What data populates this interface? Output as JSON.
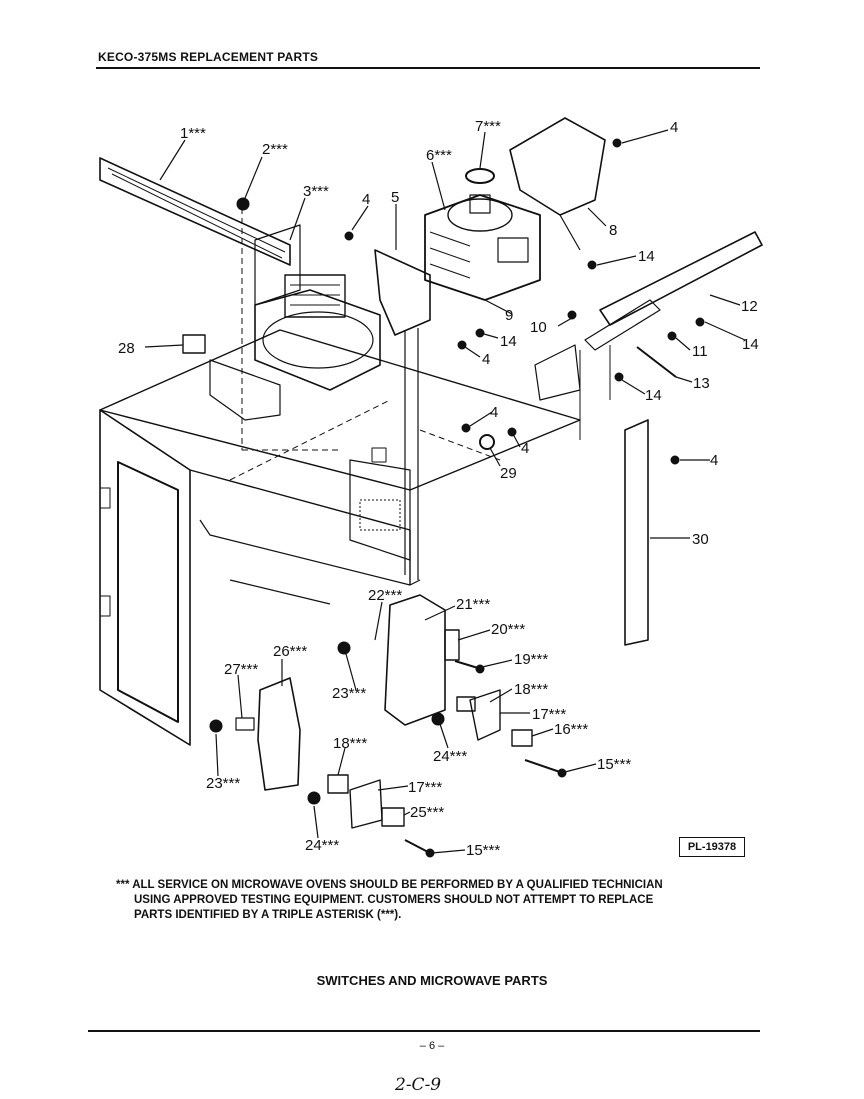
{
  "header": {
    "title": "KECO-375MS REPLACEMENT PARTS"
  },
  "diagram": {
    "callouts": [
      {
        "id": "c1",
        "label": "1***"
      },
      {
        "id": "c2",
        "label": "2***"
      },
      {
        "id": "c3",
        "label": "3***"
      },
      {
        "id": "c4a",
        "label": "4"
      },
      {
        "id": "c5",
        "label": "5"
      },
      {
        "id": "c6",
        "label": "6***"
      },
      {
        "id": "c7",
        "label": "7***"
      },
      {
        "id": "c4b",
        "label": "4"
      },
      {
        "id": "c8",
        "label": "8"
      },
      {
        "id": "c14a",
        "label": "14"
      },
      {
        "id": "c12",
        "label": "12"
      },
      {
        "id": "c14b",
        "label": "14"
      },
      {
        "id": "c11",
        "label": "11"
      },
      {
        "id": "c13",
        "label": "13"
      },
      {
        "id": "c14c",
        "label": "14"
      },
      {
        "id": "c9",
        "label": "9"
      },
      {
        "id": "c10",
        "label": "10"
      },
      {
        "id": "c14d",
        "label": "14"
      },
      {
        "id": "c4c",
        "label": "4"
      },
      {
        "id": "c28",
        "label": "28"
      },
      {
        "id": "c4d",
        "label": "4"
      },
      {
        "id": "c4e",
        "label": "4"
      },
      {
        "id": "c29",
        "label": "29"
      },
      {
        "id": "c4f",
        "label": "4"
      },
      {
        "id": "c30",
        "label": "30"
      },
      {
        "id": "c22",
        "label": "22***"
      },
      {
        "id": "c21",
        "label": "21***"
      },
      {
        "id": "c20",
        "label": "20***"
      },
      {
        "id": "c19",
        "label": "19***"
      },
      {
        "id": "c26",
        "label": "26***"
      },
      {
        "id": "c27",
        "label": "27***"
      },
      {
        "id": "c23a",
        "label": "23***"
      },
      {
        "id": "c18a",
        "label": "18***"
      },
      {
        "id": "c17a",
        "label": "17***"
      },
      {
        "id": "c16",
        "label": "16***"
      },
      {
        "id": "c24a",
        "label": "24***"
      },
      {
        "id": "c15a",
        "label": "15***"
      },
      {
        "id": "c23b",
        "label": "23***"
      },
      {
        "id": "c18b",
        "label": "18***"
      },
      {
        "id": "c17b",
        "label": "17***"
      },
      {
        "id": "c25",
        "label": "25***"
      },
      {
        "id": "c24b",
        "label": "24***"
      },
      {
        "id": "c15b",
        "label": "15***"
      }
    ],
    "plate_number": "PL-19378"
  },
  "note": {
    "line1": "*** All service on microwave ovens should be performed by a qualified technician",
    "line2": "using approved testing equipment. Customers should not attempt to replace",
    "line3": "parts identified by a triple asterisk (***)."
  },
  "section_title": "SWITCHES AND MICROWAVE PARTS",
  "footer": {
    "page_number": "– 6 –",
    "handwritten": "2-C-9"
  }
}
